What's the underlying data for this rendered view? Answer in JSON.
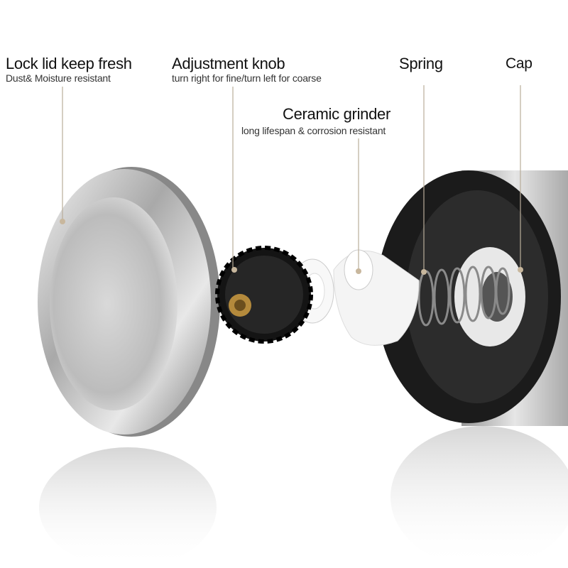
{
  "callouts": [
    {
      "id": "lock-lid",
      "title": "Lock lid keep fresh",
      "subtitle": "Dust& Moisture resistant"
    },
    {
      "id": "adjustment-knob",
      "title": "Adjustment knob",
      "subtitle": "turn right for fine/turn left for coarse"
    },
    {
      "id": "ceramic-grinder",
      "title": "Ceramic grinder",
      "subtitle": "long lifespan & corrosion resistant"
    },
    {
      "id": "spring",
      "title": "Spring"
    },
    {
      "id": "cap",
      "title": "Cap"
    }
  ],
  "colors": {
    "leader_line": "#b9ad9a",
    "steel": "#c8c8c8",
    "black_parts": "#1a1a1a",
    "ceramic": "#f4f4f4"
  }
}
